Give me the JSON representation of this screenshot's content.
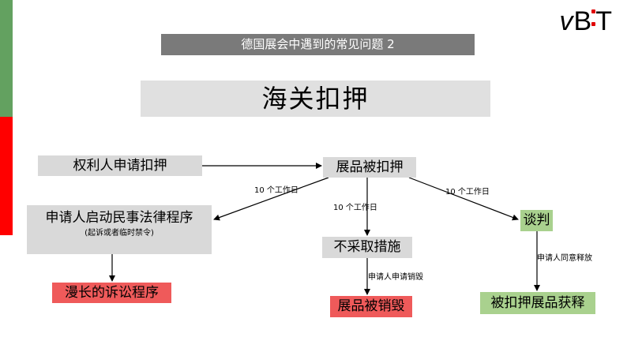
{
  "logo": {
    "letter_v": "v",
    "letter_b": "B",
    "letter_t": "T",
    "accent_color": "#e00000"
  },
  "header": {
    "subtitle": "德国展会中遇到的常见问题 2",
    "title": "海关扣押"
  },
  "nodes": {
    "applicant_request": "权利人申请扣押",
    "goods_seized": "展品被扣押",
    "civil_procedure": "申请人启动民事法律程序",
    "civil_procedure_note": "(起诉或者临时禁令)",
    "no_action": "不采取措施",
    "negotiation": "谈判",
    "lengthy_litigation": "漫长的诉讼程序",
    "goods_destroyed": "展品被销毁",
    "goods_released": "被扣押展品获释"
  },
  "edge_labels": {
    "ten_days_left": "10 个工作日",
    "ten_days_middle": "10 个工作日",
    "ten_days_right": "10 个工作日",
    "apply_destroy": "申请人申请销毁",
    "agree_release": "申请人同意释放"
  },
  "colors": {
    "sidebar_green": "#63a160",
    "sidebar_red": "#ff0000",
    "neutral_box": "#d9d9d9",
    "positive_box": "#a9d18e",
    "negative_box": "#ef5a5a"
  }
}
